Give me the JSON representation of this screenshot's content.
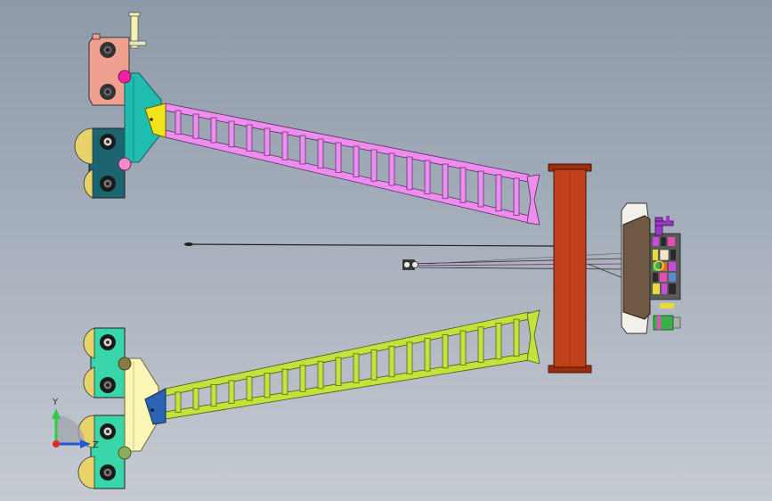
{
  "view": {
    "background_top": "#8e9aa9",
    "background_bottom": "#c6cbd3"
  },
  "triad": {
    "y_label": "Y",
    "z_label": "Z",
    "y_color": "#2ecc40",
    "x_color": "#e3262a",
    "z_color": "#2a56d6"
  },
  "colors": {
    "upper_ladder": "#ee8cf0",
    "lower_ladder": "#c4e23c",
    "crossbeam": "#c0401c",
    "upper_carriage": "#f0a090",
    "upper_carriage_dark": "#1c6470",
    "upper_frame": "#1fbcb0",
    "lower_carriage": "#38d6a8",
    "lower_frame": "#faf6b6",
    "motor_housing": "#6f5844",
    "upper_bracket": "#f2e41a",
    "lower_bracket": "#2c64b4"
  },
  "components": {
    "ladder_rungs": 20
  }
}
